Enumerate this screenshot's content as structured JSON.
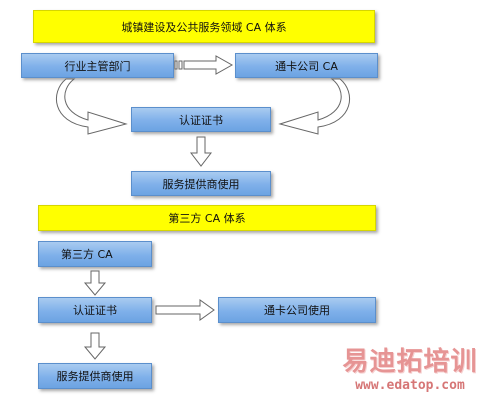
{
  "section1": {
    "header": "城镇建设及公共服务领域 CA 体系",
    "left_node": "行业主管部门",
    "right_node": "通卡公司 CA",
    "cert_node": "认证证书",
    "provider_node": "服务提供商使用"
  },
  "section2": {
    "header": "第三方 CA 体系",
    "ca_node": "第三方 CA",
    "cert_node": "认证证书",
    "card_node": "通卡公司使用",
    "provider_node": "服务提供商使用"
  },
  "watermark": {
    "title": "易迪拓培训",
    "url": "www.edatop.com"
  },
  "colors": {
    "header_fill": "#ffff00",
    "node_fill": "#7fb0ea",
    "arrow_fill": "#ffffff",
    "arrow_stroke": "#666666"
  }
}
